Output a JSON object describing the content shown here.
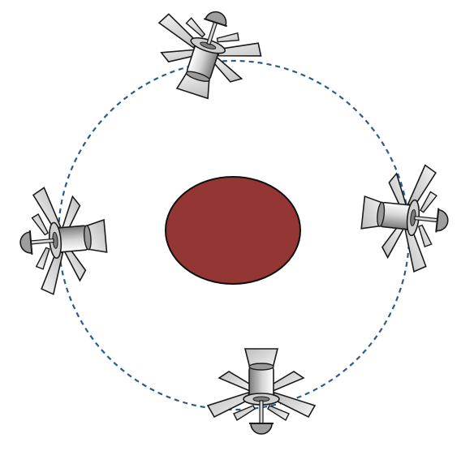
{
  "diagram": {
    "central_body": {
      "kind": "planet",
      "color": "#943634"
    },
    "orbit": {
      "style": "dashed",
      "color": "#2e5a87"
    },
    "satellites": [
      {
        "name": "satellite-top",
        "orientation": "top"
      },
      {
        "name": "satellite-right",
        "orientation": "right"
      },
      {
        "name": "satellite-bottom",
        "orientation": "bottom"
      },
      {
        "name": "satellite-left",
        "orientation": "left"
      }
    ],
    "icon_names": [
      "planet-icon",
      "orbit-path",
      "satellite-icon"
    ]
  }
}
